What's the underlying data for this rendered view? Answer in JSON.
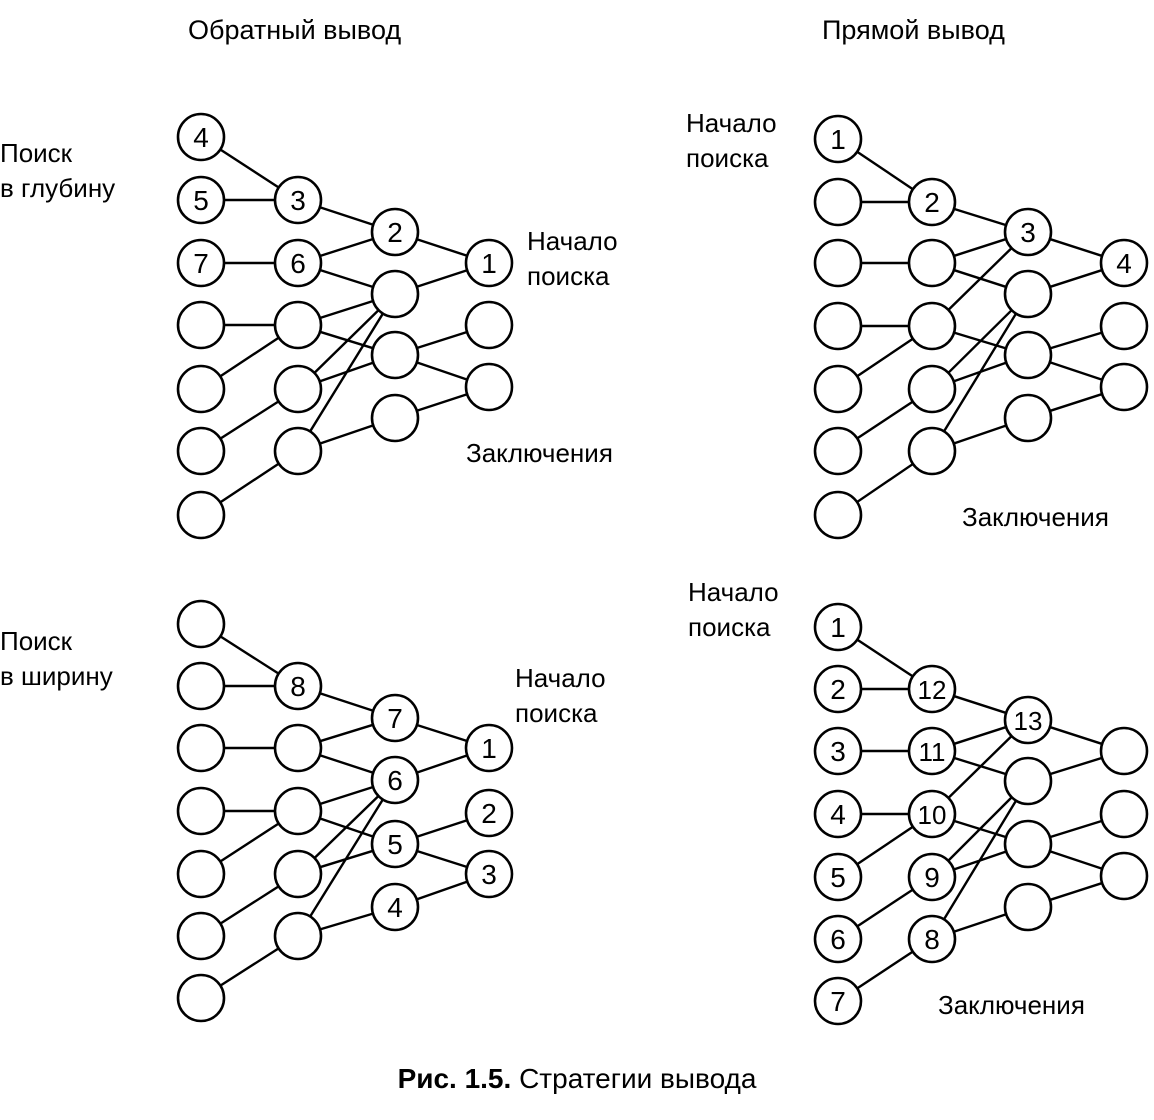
{
  "headings": {
    "backward": "Обратный вывод",
    "forward": "Прямой вывод"
  },
  "rows": {
    "depth": "Поиск\nв глубину",
    "breadth": "Поиск\nв ширину"
  },
  "panels": {
    "bw_depth": {
      "start": "Начало\nпоиска",
      "conclusions": "Заключения",
      "columns": [
        [
          "4",
          "5",
          "7",
          "",
          "",
          "",
          ""
        ],
        [
          "3",
          "6",
          "",
          "",
          ""
        ],
        [
          "2",
          "",
          "",
          ""
        ],
        [
          "1",
          "",
          ""
        ]
      ]
    },
    "fw_depth": {
      "start": "Начало\nпоиска",
      "conclusions": "Заключения",
      "columns": [
        [
          "1",
          "",
          "",
          "",
          "",
          "",
          ""
        ],
        [
          "2",
          "",
          "",
          "",
          ""
        ],
        [
          "3",
          "",
          "",
          ""
        ],
        [
          "4",
          "",
          ""
        ]
      ]
    },
    "bw_breadth": {
      "start": "Начало\nпоиска",
      "conclusions": "",
      "columns": [
        [
          "",
          "",
          "",
          "",
          "",
          "",
          ""
        ],
        [
          "8",
          "",
          "",
          "",
          ""
        ],
        [
          "7",
          "6",
          "5",
          "4"
        ],
        [
          "1",
          "2",
          "3"
        ]
      ]
    },
    "fw_breadth": {
      "start": "Начало\nпоиска",
      "conclusions": "Заключения",
      "columns": [
        [
          "1",
          "2",
          "3",
          "4",
          "5",
          "6",
          "7"
        ],
        [
          "12",
          "11",
          "10",
          "9",
          "8"
        ],
        [
          "13",
          "",
          "",
          ""
        ],
        [
          "",
          "",
          ""
        ]
      ]
    }
  },
  "caption": {
    "bold": "Рис. 1.5.",
    "text": " Стратегии вывода"
  }
}
